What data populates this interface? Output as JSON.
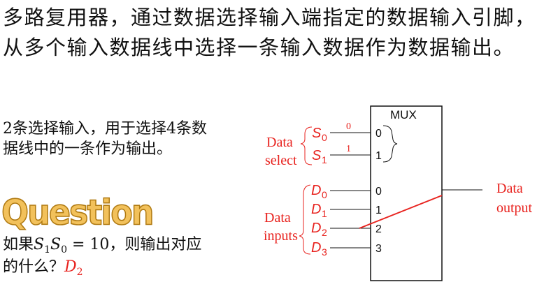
{
  "intro": "多路复用器，通过数据选择输入端指定的数据输入引脚，从多个输入数据线中选择一条输入数据作为数据输出。",
  "description": "2条选择输入，用于选择4条数据线中的一条作为输出。",
  "question": {
    "heading": "Question",
    "prefix": "如果",
    "s1": "S",
    "s1_sub": "1",
    "s0": "S",
    "s0_sub": "0",
    "equals": " = 10，则输出对应的什么？",
    "answer": "D",
    "answer_sub": "2"
  },
  "diagram": {
    "title": "MUX",
    "select_label_line1": "Data",
    "select_label_line2": "select",
    "inputs_label_line1": "Data",
    "inputs_label_line2": "inputs",
    "output_label_line1": "Data",
    "output_label_line2": "output",
    "select_signals": [
      {
        "name": "S",
        "sub": "0",
        "value": "0",
        "pin": "0"
      },
      {
        "name": "S",
        "sub": "1",
        "value": "1",
        "pin": "1"
      }
    ],
    "data_signals": [
      {
        "name": "D",
        "sub": "0",
        "pin": "0"
      },
      {
        "name": "D",
        "sub": "1",
        "pin": "1"
      },
      {
        "name": "D",
        "sub": "2",
        "pin": "2"
      },
      {
        "name": "D",
        "sub": "3",
        "pin": "3"
      }
    ],
    "selected_input": "D2",
    "colors": {
      "accent": "#e8231f",
      "box_fill": "#ffffff",
      "line": "#111111"
    }
  }
}
